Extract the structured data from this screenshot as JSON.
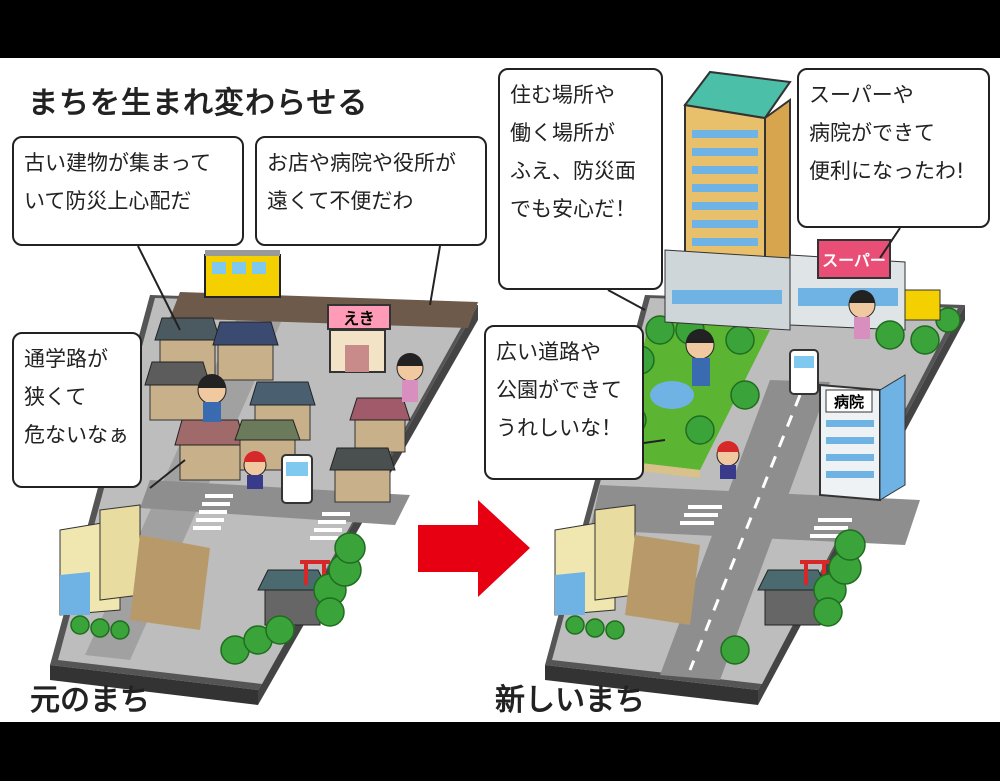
{
  "title": "まちを生まれ変わらせる",
  "old_town": {
    "caption": "元のまち",
    "station_sign": "えき",
    "bubbles": {
      "old_buildings": [
        "古い建物が集まって",
        "いて防災上心配だ"
      ],
      "far_shops": [
        "お店や病院や役所が",
        "遠くて不便だわ"
      ],
      "school_route": [
        "通学路が",
        "狭くて",
        "危ないなぁ"
      ]
    }
  },
  "new_town": {
    "caption": "新しいまち",
    "super_sign": "スーパー",
    "hospital_sign": "病院",
    "bubbles": {
      "housing": [
        "住む場所や",
        "働く場所が",
        "ふえ、防災面",
        "でも安心だ！"
      ],
      "supermarket": [
        "スーパーや",
        "病院ができて",
        "便利になったわ!"
      ],
      "roads_park": [
        "広い道路や",
        "公園ができて",
        "うれしいな！"
      ]
    }
  },
  "colors": {
    "arrow": "#e60012",
    "grass": "#5bb532",
    "tree": "#3aa33a",
    "road": "#9a9a9a",
    "tower_cap": "#4bbfa8",
    "super_sign": "#e94e77"
  }
}
